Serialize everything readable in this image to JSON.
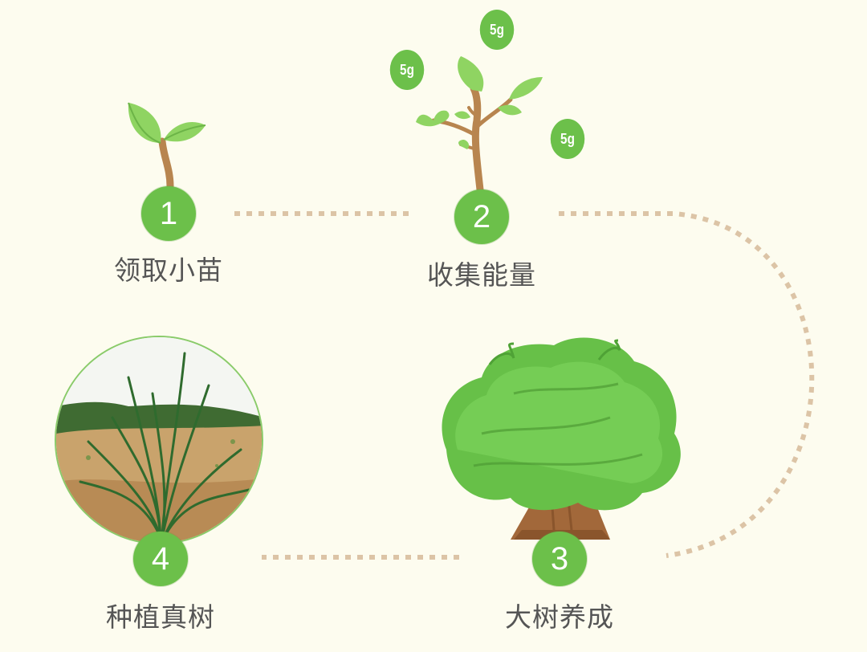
{
  "steps": [
    {
      "number": "1",
      "label": "领取小苗"
    },
    {
      "number": "2",
      "label": "收集能量"
    },
    {
      "number": "3",
      "label": "大树养成"
    },
    {
      "number": "4",
      "label": "种植真树"
    }
  ],
  "energy_bubbles": [
    "5g",
    "5g",
    "5g"
  ],
  "colors": {
    "background": "#fdfcef",
    "step_circle": "#6cc04a",
    "leaf_light": "#8fd462",
    "leaf_dark": "#5aa83a",
    "trunk": "#b07a45",
    "dotted_path": "#d9c0a0",
    "label_text": "#555555"
  },
  "icons": [
    "sprout-icon",
    "sapling-icon",
    "big-tree-icon",
    "planted-shrub-photo"
  ]
}
